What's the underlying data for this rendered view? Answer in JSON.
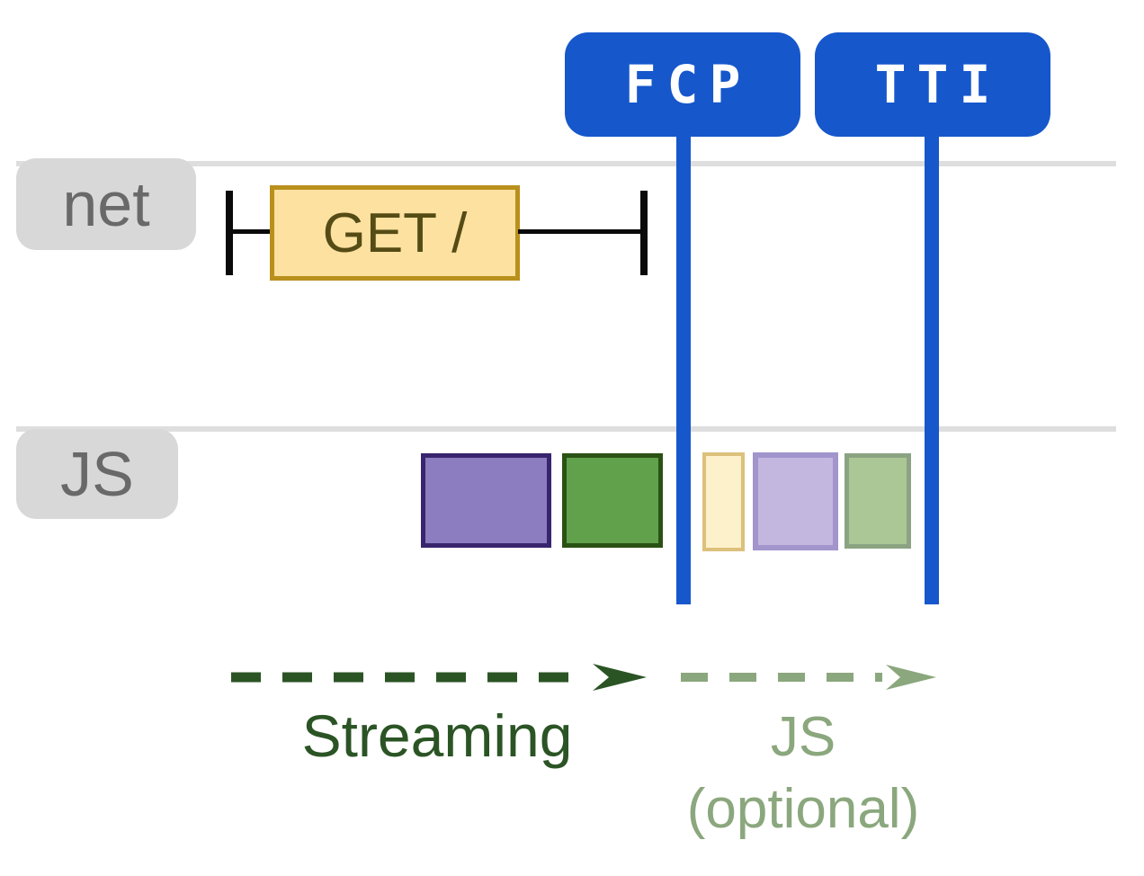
{
  "diagram": {
    "title_badges": [
      {
        "id": "fcp",
        "label": "FCP"
      },
      {
        "id": "tti",
        "label": "TTI"
      }
    ],
    "lanes": [
      {
        "id": "net",
        "label": "net"
      },
      {
        "id": "js",
        "label": "JS"
      }
    ],
    "network_request": {
      "label": "GET /"
    },
    "js_tasks": [
      {
        "name": "js-task-solid-purple",
        "variant": "solid",
        "fill": "#8b7dc0",
        "border": "#38256e"
      },
      {
        "name": "js-task-solid-green",
        "variant": "solid",
        "fill": "#61a14c",
        "border": "#2a5214"
      },
      {
        "name": "js-task-faded-yellow",
        "variant": "faded",
        "fill": "#fdf1cc",
        "border": "#dcc17c"
      },
      {
        "name": "js-task-faded-purple",
        "variant": "faded",
        "fill": "#c3b7e0",
        "border": "#a195cc"
      },
      {
        "name": "js-task-faded-green",
        "variant": "faded",
        "fill": "#aac795",
        "border": "#8ba382"
      }
    ],
    "phases": [
      {
        "label": "Streaming",
        "color": "#2b5425"
      },
      {
        "label": "JS",
        "sublabel": "(optional)",
        "color": "#8ba77d"
      }
    ],
    "colors": {
      "badge_blue": "#1657cb",
      "lane_line": "#dedede",
      "tab_bg": "#d8d8d8",
      "tab_text": "#696969",
      "request_fill": "#fce1a0",
      "request_border": "#b9901c",
      "request_text": "#554b15",
      "streaming_green": "#2b5425",
      "optional_sage": "#8ba77d"
    }
  }
}
